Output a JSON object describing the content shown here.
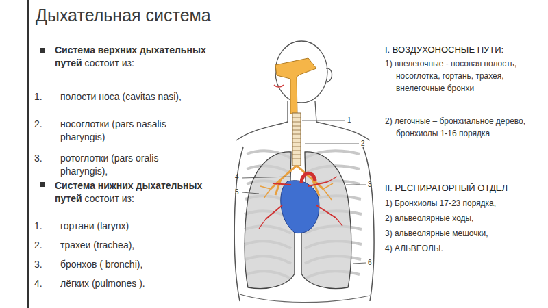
{
  "diagram": {
    "title": "Дыхательная система",
    "labels": [
      "Система верхних дыхательных путей",
      "состоит из:",
      "1.",
      "полости носа (cavitas nasi),",
      "2.",
      "носоглотки (pars nasalis pharyngis)",
      "3.",
      "ротоглотки (pars oralis pharyngis),",
      "Система нижних дыхательных путей",
      "состоит из:",
      "1.",
      "гортани (larynx)",
      "2.",
      "трахеи (trachea),",
      "3.",
      "бронхов ( bronchi),",
      "4.",
      "лёгких (pulmones ).",
      "1",
      "2",
      "3",
      "4",
      "5",
      "6",
      "I. ВОЗДУХОНОСНЫЕ ПУТИ:",
      "1) внелегочные - носовая полость, носоглотка, гортань, трахея, внелегочные бронхи",
      "2) легочные – бронхиальное дерево, бронхиолы 1-16 порядка",
      "II. РЕСПИРАТОРНЫЙ ОТДЕЛ",
      "1) Бронхиолы 17-23 порядка,",
      "2) альвеолярные ходы,",
      "3) альвеолярные мешочки,",
      "4) АЛЬВЕОЛЫ."
    ]
  }
}
